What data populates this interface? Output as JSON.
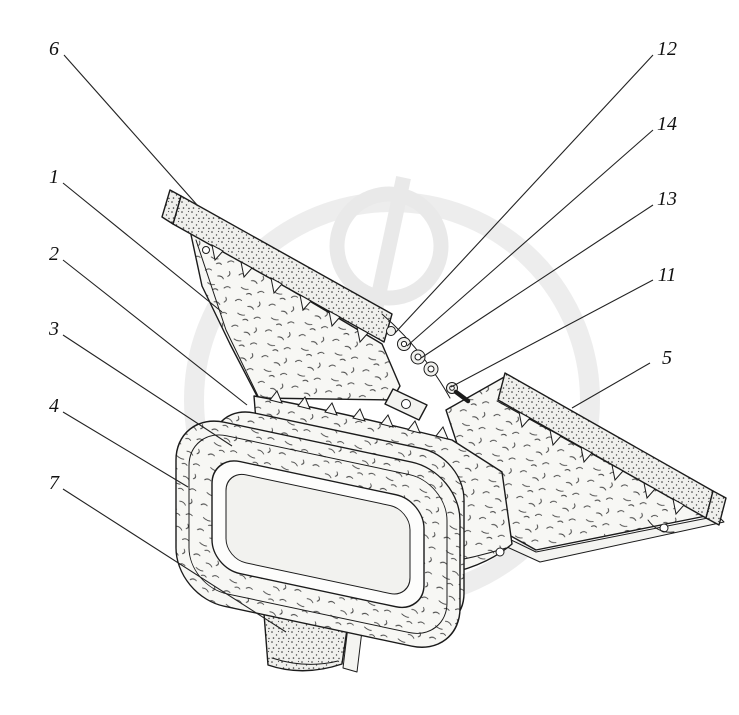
{
  "figure": {
    "callouts": {
      "left": [
        {
          "label": "6"
        },
        {
          "label": "1"
        },
        {
          "label": "2"
        },
        {
          "label": "3"
        },
        {
          "label": "4"
        },
        {
          "label": "7"
        }
      ],
      "right": [
        {
          "label": "12"
        },
        {
          "label": "14"
        },
        {
          "label": "13"
        },
        {
          "label": "11"
        },
        {
          "label": "5"
        }
      ]
    },
    "colors": {
      "ink": "#1b1b1b",
      "paper": "#ffffff",
      "watermark": "#dcdcdc"
    }
  }
}
